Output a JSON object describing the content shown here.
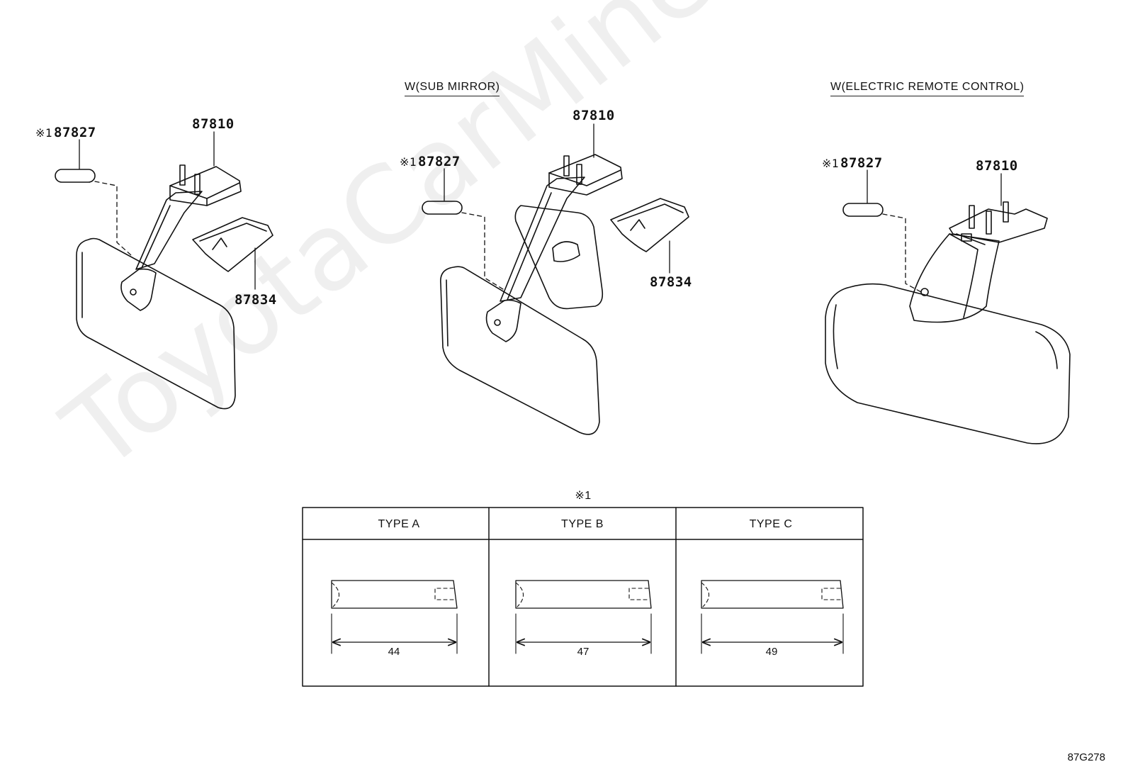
{
  "watermark": "ToyotaCarMine.ru",
  "variants": [
    {
      "note": "",
      "part_pin": "87827",
      "part_pin_mark": "※1",
      "part_mount": "87810",
      "part_cover": "87834"
    },
    {
      "note": "W(SUB MIRROR)",
      "part_pin": "87827",
      "part_pin_mark": "※1",
      "part_mount": "87810",
      "part_cover": "87834"
    },
    {
      "note": "W(ELECTRIC REMOTE CONTROL)",
      "part_pin": "87827",
      "part_pin_mark": "※1",
      "part_mount": "87810"
    }
  ],
  "table": {
    "title": "※1",
    "columns": [
      {
        "header": "TYPE A",
        "length": "44"
      },
      {
        "header": "TYPE B",
        "length": "47"
      },
      {
        "header": "TYPE C",
        "length": "49"
      }
    ]
  },
  "figure_code": "87G278"
}
